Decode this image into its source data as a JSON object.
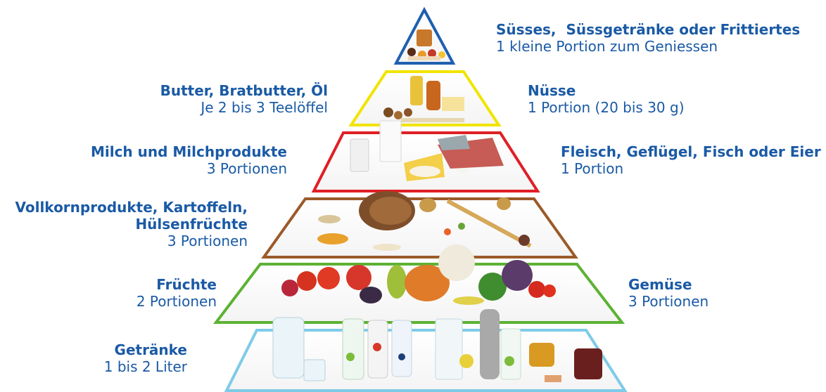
{
  "levels": [
    {
      "key": "sweets",
      "color": "#1f5fb0",
      "title": "Süsses,  Süssgetränke oder Frittiertes",
      "sub": "1 kleine Portion zum Geniessen"
    },
    {
      "key": "fats",
      "color": "#f1e400",
      "title": "Butter, Bratbutter, Öl",
      "sub": "Je 2 bis 3 Teelöffel"
    },
    {
      "key": "nuts",
      "color": "#f1e400",
      "title": "Nüsse",
      "sub": "1 Portion (20 bis 30 g)"
    },
    {
      "key": "dairy",
      "color": "#e01f26",
      "title": "Milch und Milchprodukte",
      "sub": "3 Portionen"
    },
    {
      "key": "protein",
      "color": "#e01f26",
      "title": "Fleisch, Geflügel, Fisch oder Eier",
      "sub": "1 Portion"
    },
    {
      "key": "grains",
      "color": "#9b5a2a",
      "title1": "Vollkornprodukte, Kartoffeln,",
      "title2": "Hülsenfrüchte",
      "sub": "3 Portionen"
    },
    {
      "key": "fruit",
      "color": "#5cb233",
      "title": "Früchte",
      "sub": "2 Portionen"
    },
    {
      "key": "veg",
      "color": "#5cb233",
      "title": "Gemüse",
      "sub": "3 Portionen"
    },
    {
      "key": "drinks",
      "color": "#7ecbe8",
      "title": "Getränke",
      "sub": "1 bis 2 Liter"
    }
  ]
}
